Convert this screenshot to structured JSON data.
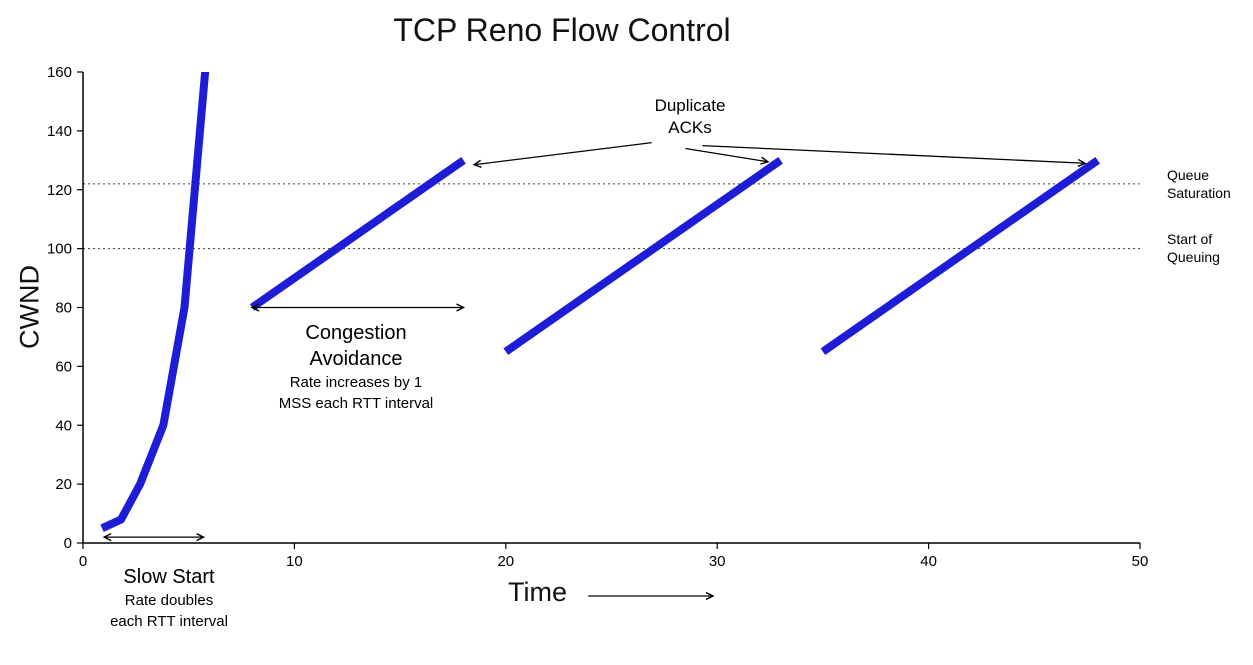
{
  "chart_data": {
    "type": "line",
    "title": "TCP Reno Flow Control",
    "xlabel": "Time",
    "ylabel": "CWND",
    "xlim": [
      0,
      50
    ],
    "ylim": [
      0,
      160
    ],
    "x_ticks": [
      "0",
      "10",
      "20",
      "30",
      "40",
      "50"
    ],
    "y_ticks": [
      "0",
      "20",
      "40",
      "60",
      "80",
      "100",
      "120",
      "140",
      "160"
    ],
    "grid": false,
    "legend": false,
    "line_color": "#1d1dd8",
    "series": [
      {
        "name": "slow-start",
        "points": [
          [
            0.9,
            5
          ],
          [
            1.8,
            8
          ],
          [
            2.7,
            20
          ],
          [
            3.8,
            40
          ],
          [
            4.8,
            80
          ],
          [
            5.9,
            170
          ]
        ]
      },
      {
        "name": "congestion-avoidance-1",
        "points": [
          [
            8,
            80
          ],
          [
            18,
            130
          ]
        ]
      },
      {
        "name": "congestion-avoidance-2",
        "points": [
          [
            20,
            65
          ],
          [
            33,
            130
          ]
        ]
      },
      {
        "name": "congestion-avoidance-3",
        "points": [
          [
            35,
            65
          ],
          [
            48,
            130
          ]
        ]
      }
    ],
    "reference_lines": [
      {
        "y": 122,
        "label_lines": [
          "Queue",
          "Saturation"
        ]
      },
      {
        "y": 100,
        "label_lines": [
          "Start of",
          "Queuing"
        ]
      }
    ],
    "arrows": [
      {
        "name": "slow-start-range",
        "x1": 1,
        "y1": 2,
        "x2": 5.7,
        "y2": 2,
        "heads": "both"
      },
      {
        "name": "congestion-avoidance-range",
        "x1": 8,
        "y1": 80,
        "x2": 18,
        "y2": 80,
        "heads": "both"
      },
      {
        "name": "duplicate-acks-to-peak-1",
        "x1": 26.9,
        "y1": 136,
        "x2": 18.5,
        "y2": 128.5,
        "heads": "end"
      },
      {
        "name": "duplicate-acks-to-peak-2",
        "x1": 28.5,
        "y1": 134,
        "x2": 32.4,
        "y2": 129.5,
        "heads": "end"
      },
      {
        "name": "duplicate-acks-to-peak-3",
        "x1": 29.3,
        "y1": 135,
        "x2": 47.4,
        "y2": 129,
        "heads": "end"
      },
      {
        "name": "time-axis-arrow",
        "x1": 23.9,
        "y1": -18,
        "x2": 29.8,
        "y2": -18,
        "heads": "end"
      }
    ],
    "annotations": {
      "duplicate_acks": {
        "line1": "Duplicate",
        "line2": "ACKs"
      },
      "congestion_avoidance": {
        "title1": "Congestion",
        "title2": "Avoidance",
        "sub1": "Rate increases by 1",
        "sub2": "MSS each RTT interval"
      },
      "slow_start": {
        "title": "Slow Start",
        "sub1": "Rate doubles",
        "sub2": "each RTT interval"
      }
    }
  }
}
